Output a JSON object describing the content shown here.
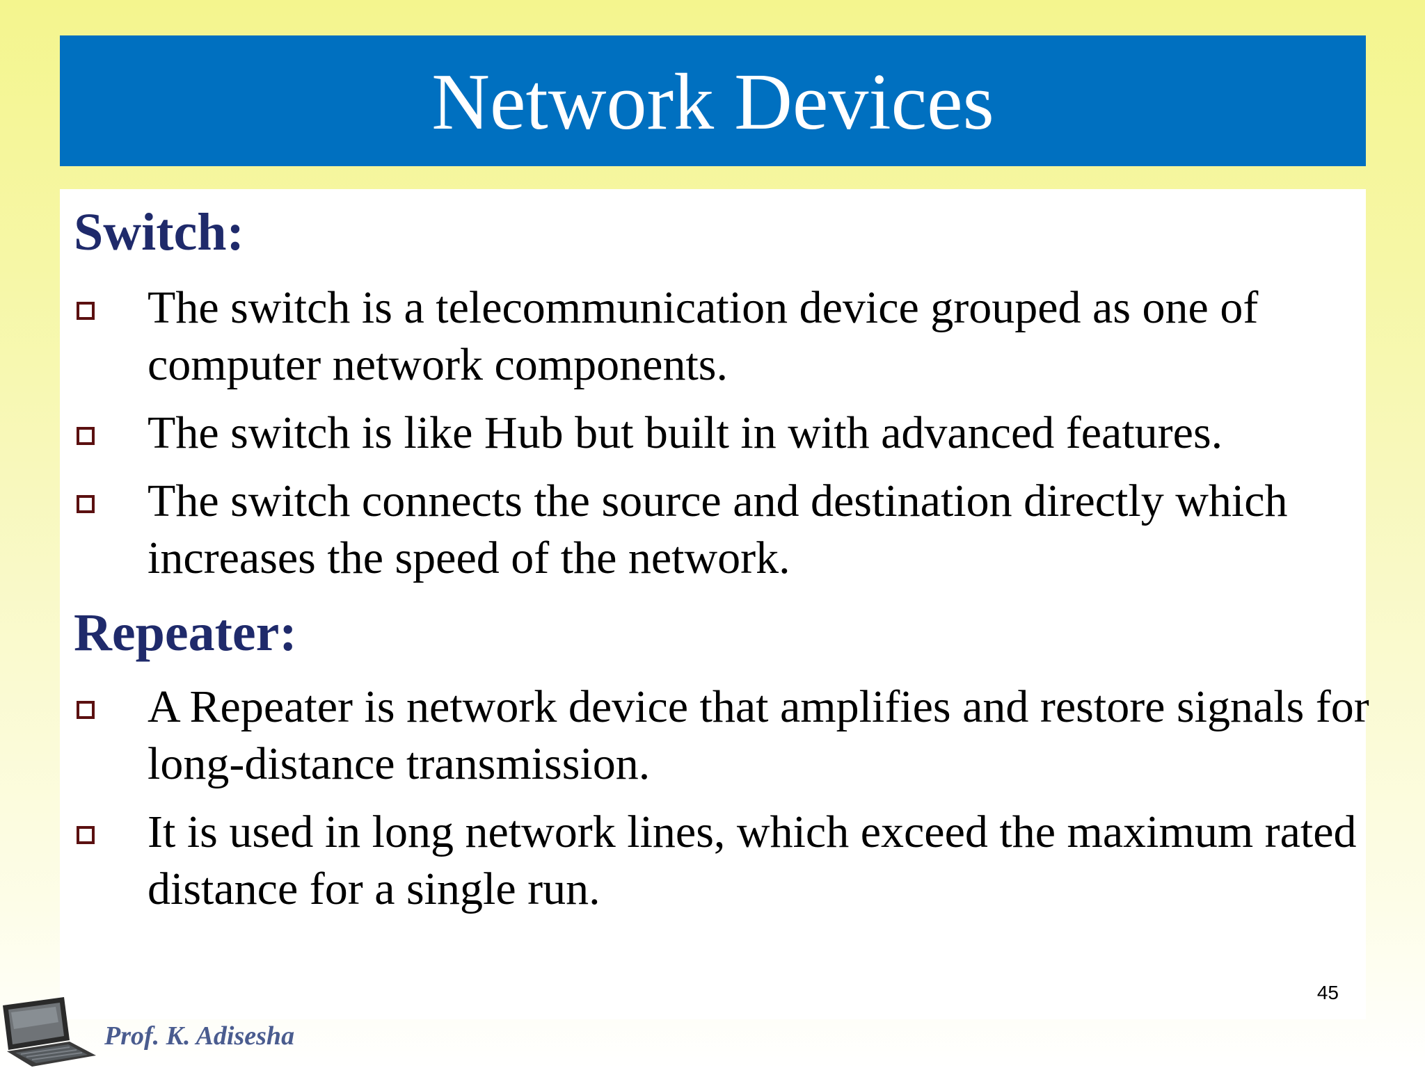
{
  "slide": {
    "title": "Network Devices",
    "page_number": "45"
  },
  "sections": [
    {
      "heading": "Switch:",
      "bullets": [
        "The switch is a telecommunication device grouped as one of computer network components.",
        "The switch is like Hub but built in with advanced features.",
        "The switch connects the source and destination directly which increases the speed of the network."
      ]
    },
    {
      "heading": "Repeater:",
      "bullets": [
        "A Repeater is network device that amplifies and restore signals for long-distance transmission.",
        "It is used in long network lines, which exceed the maximum rated distance for a single run."
      ]
    }
  ],
  "footer": {
    "signature": "Prof. K. Adisesha",
    "logo_icon": "laptop-icon"
  },
  "colors": {
    "title_bar": "#0070c0",
    "heading": "#1f2a6b",
    "bullet_box": "#5b1010",
    "background_top": "#f4f58e"
  }
}
